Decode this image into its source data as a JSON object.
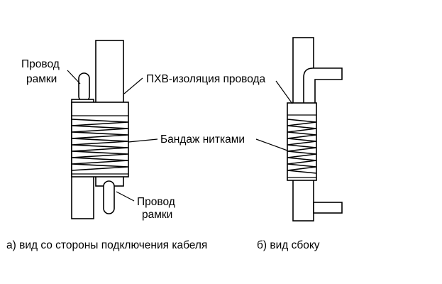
{
  "labels": {
    "frame_wire_top_line1": "Провод",
    "frame_wire_top_line2": "рамки",
    "pvc_insulation": "ПХВ-изоляция провода",
    "thread_bandage": "Бандаж  нитками",
    "frame_wire_bottom_line1": "Провод",
    "frame_wire_bottom_line2": "рамки"
  },
  "captions": {
    "view_a": "а) вид  со  стороны  подключения  кабеля",
    "view_b": "б)  вид  сбоку"
  }
}
